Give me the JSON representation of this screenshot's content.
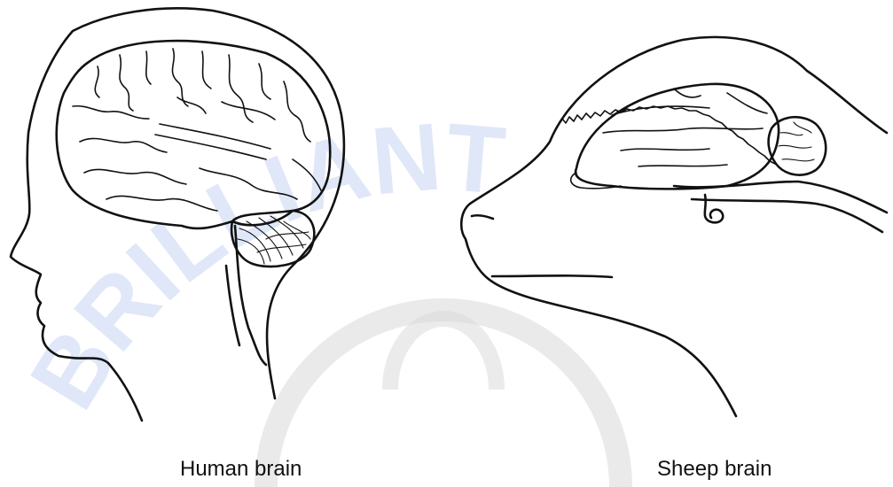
{
  "watermark": {
    "text": "BRILLIANT",
    "color": "#3d6fd6",
    "ring_color": "#d8d8d8"
  },
  "figures": [
    {
      "id": "human",
      "caption": "Human brain"
    },
    {
      "id": "sheep",
      "caption": "Sheep brain"
    }
  ],
  "colors": {
    "ink": "#111111",
    "background": "#ffffff"
  }
}
